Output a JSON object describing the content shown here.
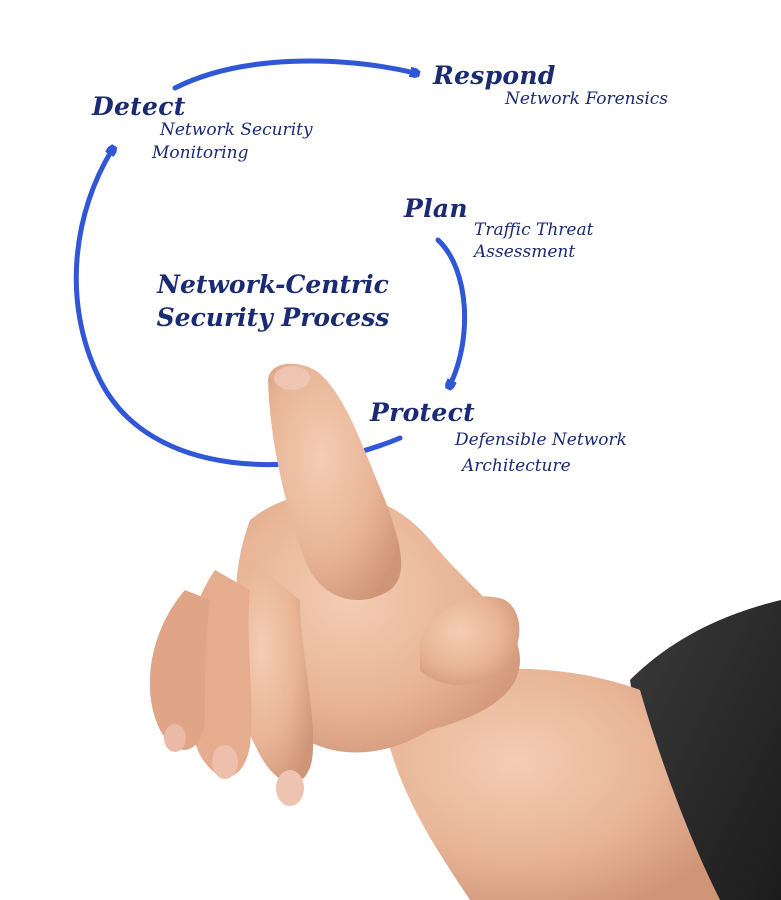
{
  "diagram": {
    "center": {
      "line1": "Network-Centric",
      "line2": "Security Process"
    },
    "stages": {
      "detect": {
        "title": "Detect",
        "line1": "Network Security",
        "line2": "Monitoring"
      },
      "respond": {
        "title": "Respond",
        "line1": "Network Forensics"
      },
      "plan": {
        "title": "Plan",
        "line1": "Traffic Threat",
        "line2": "Assessment"
      },
      "protect": {
        "title": "Protect",
        "line1": "Defensible Network",
        "line2": "Architecture"
      }
    },
    "colors": {
      "arrow": "#2f57d6",
      "text": "#1a2a73",
      "skin": "#e8b89a",
      "sleeve": "#2b2b2b"
    }
  }
}
